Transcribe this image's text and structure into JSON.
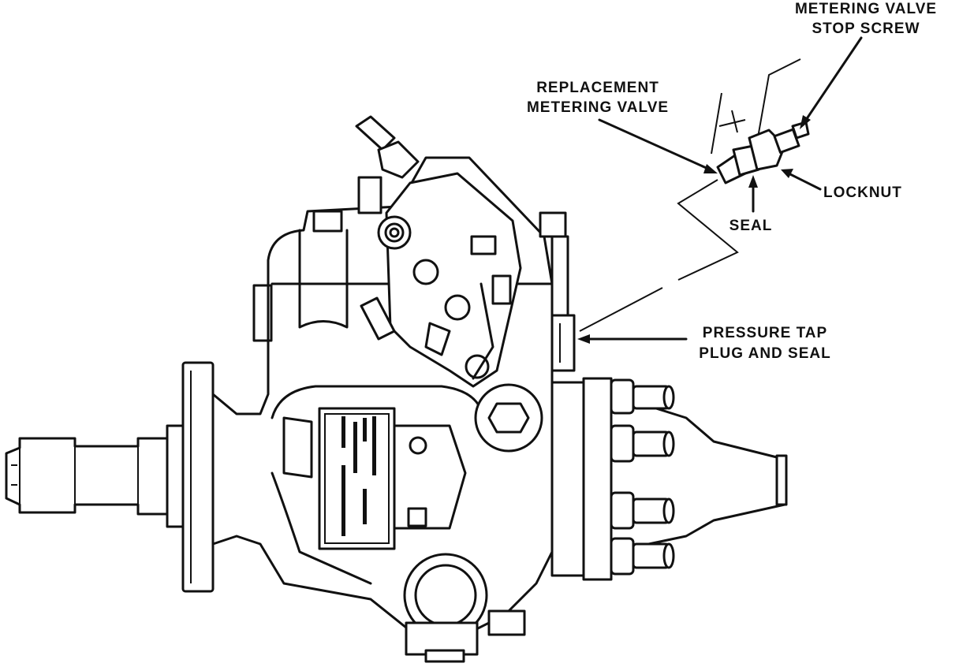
{
  "labels": {
    "metering_valve_stop_screw_line1": "METERING VALVE",
    "metering_valve_stop_screw_line2": "STOP SCREW",
    "replacement_metering_valve_line1": "REPLACEMENT",
    "replacement_metering_valve_line2": "METERING VALVE",
    "locknut": "LOCKNUT",
    "seal": "SEAL",
    "pressure_tap_line1": "PRESSURE TAP",
    "pressure_tap_line2": "PLUG AND SEAL"
  },
  "colors": {
    "ink": "#111111",
    "paper": "#ffffff"
  }
}
